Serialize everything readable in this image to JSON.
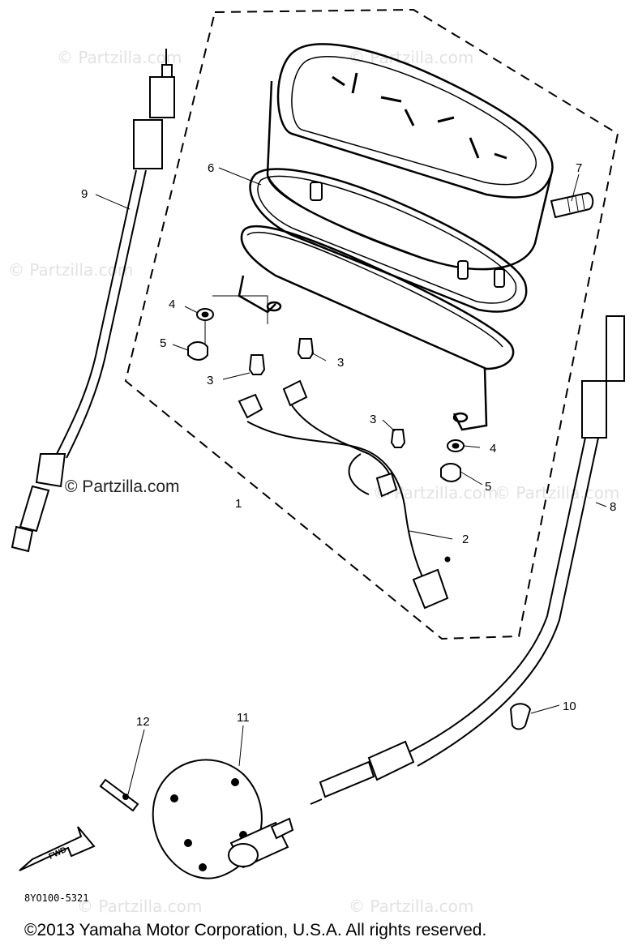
{
  "watermarks": [
    "© Partzilla.com",
    "© Partzilla.com",
    "© Partzilla.com",
    "© Partzilla.com",
    "© Partzilla.com",
    "© Partzilla.com",
    "© Partzilla.com",
    "© Partzilla.com"
  ],
  "callouts": {
    "c1": "1",
    "c2": "2",
    "c3a": "3",
    "c3b": "3",
    "c3c": "3",
    "c4a": "4",
    "c4b": "4",
    "c5a": "5",
    "c5b": "5",
    "c6": "6",
    "c7": "7",
    "c8": "8",
    "c9": "9",
    "c10": "10",
    "c11": "11",
    "c12": "12"
  },
  "find_label": "FWD",
  "diagram_code": "8YO100-5321",
  "copyright": "©2013  Yamaha Motor Corporation, U.S.A. All rights reserved."
}
